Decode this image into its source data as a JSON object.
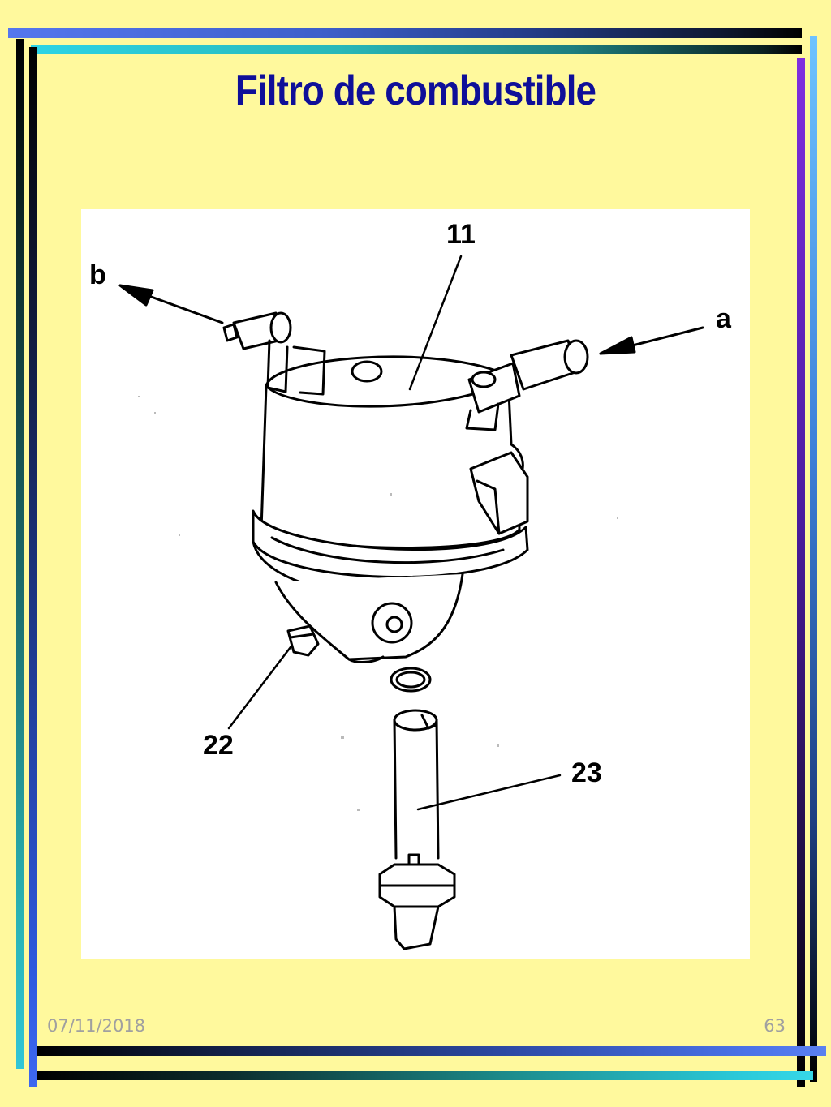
{
  "slide": {
    "title": "Filtro de combustible",
    "date": "07/11/2018",
    "page_number": "63"
  },
  "figure": {
    "callouts": {
      "part_11": "11",
      "outlet_b": "b",
      "inlet_a": "a",
      "part_22": "22",
      "part_23": "23"
    }
  },
  "colors": {
    "background": "#FFF99D",
    "title": "#0F0F99",
    "footer_text": "#A0A0A0"
  }
}
